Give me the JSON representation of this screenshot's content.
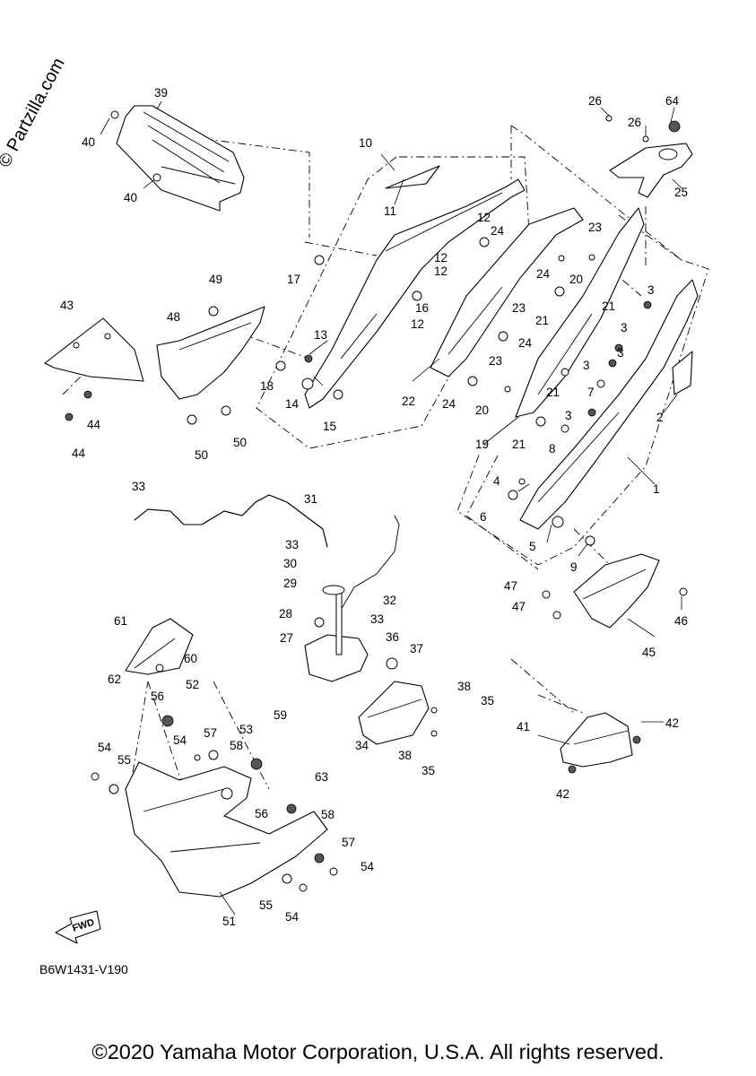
{
  "watermark": "© Partzilla.com",
  "diagram_code": "B6W1431-V190",
  "copyright": "©2020 Yamaha Motor Corporation, U.S.A. All rights reserved.",
  "fwd_label": "FWD",
  "callouts": [
    {
      "id": "c1",
      "text": "1"
    },
    {
      "id": "c2",
      "text": "2"
    },
    {
      "id": "c3a",
      "text": "3"
    },
    {
      "id": "c3b",
      "text": "3"
    },
    {
      "id": "c3c",
      "text": "3"
    },
    {
      "id": "c3d",
      "text": "3"
    },
    {
      "id": "c3e",
      "text": "3"
    },
    {
      "id": "c4",
      "text": "4"
    },
    {
      "id": "c5",
      "text": "5"
    },
    {
      "id": "c6",
      "text": "6"
    },
    {
      "id": "c7",
      "text": "7"
    },
    {
      "id": "c8",
      "text": "8"
    },
    {
      "id": "c9",
      "text": "9"
    },
    {
      "id": "c10",
      "text": "10"
    },
    {
      "id": "c11",
      "text": "11"
    },
    {
      "id": "c12a",
      "text": "12"
    },
    {
      "id": "c12b",
      "text": "12"
    },
    {
      "id": "c12c",
      "text": "12"
    },
    {
      "id": "c12d",
      "text": "12"
    },
    {
      "id": "c13",
      "text": "13"
    },
    {
      "id": "c14",
      "text": "14"
    },
    {
      "id": "c15",
      "text": "15"
    },
    {
      "id": "c16",
      "text": "16"
    },
    {
      "id": "c17",
      "text": "17"
    },
    {
      "id": "c18",
      "text": "18"
    },
    {
      "id": "c19",
      "text": "19"
    },
    {
      "id": "c20a",
      "text": "20"
    },
    {
      "id": "c20b",
      "text": "20"
    },
    {
      "id": "c21a",
      "text": "21"
    },
    {
      "id": "c21b",
      "text": "21"
    },
    {
      "id": "c21c",
      "text": "21"
    },
    {
      "id": "c21d",
      "text": "21"
    },
    {
      "id": "c22",
      "text": "22"
    },
    {
      "id": "c23a",
      "text": "23"
    },
    {
      "id": "c23b",
      "text": "23"
    },
    {
      "id": "c23c",
      "text": "23"
    },
    {
      "id": "c24a",
      "text": "24"
    },
    {
      "id": "c24b",
      "text": "24"
    },
    {
      "id": "c24c",
      "text": "24"
    },
    {
      "id": "c24d",
      "text": "24"
    },
    {
      "id": "c25",
      "text": "25"
    },
    {
      "id": "c26a",
      "text": "26"
    },
    {
      "id": "c26b",
      "text": "26"
    },
    {
      "id": "c27",
      "text": "27"
    },
    {
      "id": "c28",
      "text": "28"
    },
    {
      "id": "c29",
      "text": "29"
    },
    {
      "id": "c30",
      "text": "30"
    },
    {
      "id": "c31",
      "text": "31"
    },
    {
      "id": "c32",
      "text": "32"
    },
    {
      "id": "c33a",
      "text": "33"
    },
    {
      "id": "c33b",
      "text": "33"
    },
    {
      "id": "c33c",
      "text": "33"
    },
    {
      "id": "c34",
      "text": "34"
    },
    {
      "id": "c35a",
      "text": "35"
    },
    {
      "id": "c35b",
      "text": "35"
    },
    {
      "id": "c36",
      "text": "36"
    },
    {
      "id": "c37",
      "text": "37"
    },
    {
      "id": "c38a",
      "text": "38"
    },
    {
      "id": "c38b",
      "text": "38"
    },
    {
      "id": "c39",
      "text": "39"
    },
    {
      "id": "c40a",
      "text": "40"
    },
    {
      "id": "c40b",
      "text": "40"
    },
    {
      "id": "c41",
      "text": "41"
    },
    {
      "id": "c42a",
      "text": "42"
    },
    {
      "id": "c42b",
      "text": "42"
    },
    {
      "id": "c43",
      "text": "43"
    },
    {
      "id": "c44a",
      "text": "44"
    },
    {
      "id": "c44b",
      "text": "44"
    },
    {
      "id": "c45",
      "text": "45"
    },
    {
      "id": "c46",
      "text": "46"
    },
    {
      "id": "c47a",
      "text": "47"
    },
    {
      "id": "c47b",
      "text": "47"
    },
    {
      "id": "c48",
      "text": "48"
    },
    {
      "id": "c49",
      "text": "49"
    },
    {
      "id": "c50a",
      "text": "50"
    },
    {
      "id": "c50b",
      "text": "50"
    },
    {
      "id": "c51",
      "text": "51"
    },
    {
      "id": "c52",
      "text": "52"
    },
    {
      "id": "c53",
      "text": "53"
    },
    {
      "id": "c54a",
      "text": "54"
    },
    {
      "id": "c54b",
      "text": "54"
    },
    {
      "id": "c54c",
      "text": "54"
    },
    {
      "id": "c54d",
      "text": "54"
    },
    {
      "id": "c55a",
      "text": "55"
    },
    {
      "id": "c55b",
      "text": "55"
    },
    {
      "id": "c56a",
      "text": "56"
    },
    {
      "id": "c56b",
      "text": "56"
    },
    {
      "id": "c57a",
      "text": "57"
    },
    {
      "id": "c57b",
      "text": "57"
    },
    {
      "id": "c58a",
      "text": "58"
    },
    {
      "id": "c58b",
      "text": "58"
    },
    {
      "id": "c59",
      "text": "59"
    },
    {
      "id": "c60",
      "text": "60"
    },
    {
      "id": "c61",
      "text": "61"
    },
    {
      "id": "c62",
      "text": "62"
    },
    {
      "id": "c63",
      "text": "63"
    },
    {
      "id": "c64",
      "text": "64"
    }
  ]
}
